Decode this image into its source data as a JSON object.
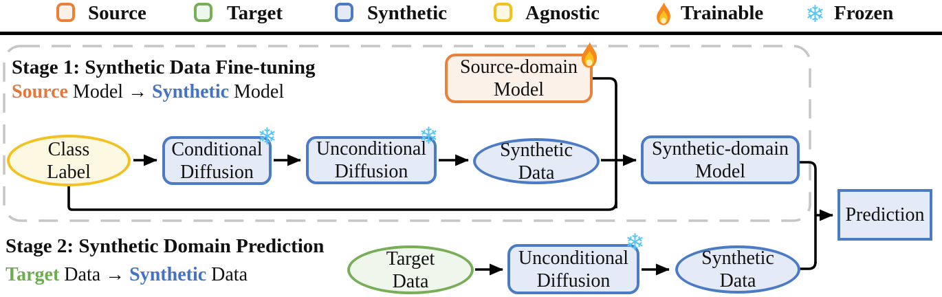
{
  "palette": {
    "source_border": "#E8823B",
    "source_fill": "#FCF1E8",
    "target_border": "#79AE58",
    "target_fill": "#EFF6EB",
    "synthetic_border": "#4B7BC5",
    "synthetic_fill": "#E4EBF7",
    "agnostic_border": "#F2C11E",
    "agnostic_fill": "#FDF8E1",
    "frozen_icon_color": "#55C6F3",
    "trainable_icon_color": "#F6881F",
    "dashed_box_color": "#C6C6C6",
    "line_color": "#000000"
  },
  "legend": {
    "items": [
      {
        "label": "Source",
        "icon": "source-swatch"
      },
      {
        "label": "Target",
        "icon": "target-swatch"
      },
      {
        "label": "Synthetic",
        "icon": "synthetic-swatch"
      },
      {
        "label": "Agnostic",
        "icon": "agnostic-swatch"
      },
      {
        "label": "Trainable",
        "icon": "fire-icon"
      },
      {
        "label": "Frozen",
        "icon": "snowflake-icon"
      }
    ]
  },
  "icons": {
    "frozen_glyph": "❄"
  },
  "stage1": {
    "title": "Stage 1: Synthetic Data Fine-tuning",
    "subtitle": {
      "t1": "Source",
      "t2": " Model → ",
      "t3": "Synthetic",
      "t4": " Model"
    },
    "nodes": {
      "class_label": {
        "line1": "Class",
        "line2": "Label"
      },
      "conditional_diffusion": {
        "line1": "Conditional",
        "line2": "Diffusion",
        "badge": "snowflake-icon"
      },
      "unconditional_diffusion": {
        "line1": "Unconditional",
        "line2": "Diffusion",
        "badge": "snowflake-icon"
      },
      "synthetic_data": {
        "line1": "Synthetic",
        "line2": "Data"
      },
      "source_model": {
        "line1": "Source-domain",
        "line2": "Model",
        "badge": "fire-icon"
      },
      "synthetic_model": {
        "line1": "Synthetic-domain",
        "line2": "Model"
      }
    }
  },
  "stage2": {
    "title": "Stage 2: Synthetic Domain Prediction",
    "subtitle": {
      "t1": "Target",
      "t2": " Data → ",
      "t3": "Synthetic",
      "t4": " Data"
    },
    "nodes": {
      "target_data": {
        "line1": "Target",
        "line2": "Data"
      },
      "unconditional_diffusion": {
        "line1": "Unconditional",
        "line2": "Diffusion",
        "badge": "snowflake-icon"
      },
      "synthetic_data": {
        "line1": "Synthetic",
        "line2": "Data"
      }
    }
  },
  "prediction": {
    "label": "Prediction"
  }
}
